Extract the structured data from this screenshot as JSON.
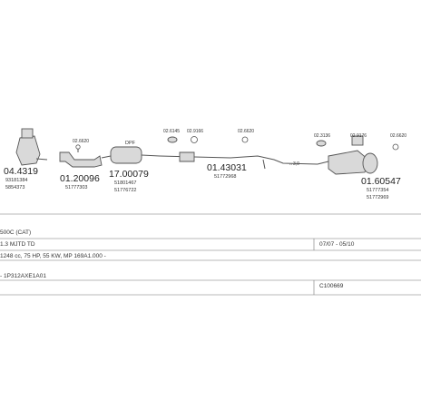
{
  "parts": [
    {
      "id": "p1",
      "code": "04.4319",
      "refs": [
        "93181384",
        "5854373"
      ]
    },
    {
      "id": "p2",
      "code": "01.20096",
      "sub": "02.6620",
      "refs": [
        "51777303"
      ]
    },
    {
      "id": "p3",
      "code": "17.00079",
      "label": "DPF",
      "refs": [
        "51801467",
        "51776722"
      ]
    },
    {
      "id": "p4",
      "code": "01.43031",
      "subs": [
        "02.6145",
        "02.9166",
        "02.6620"
      ],
      "refs": [
        "51772968"
      ]
    },
    {
      "id": "p5",
      "code": "01.60547",
      "subs": [
        "02.3136",
        "02.9176",
        "02.6620"
      ],
      "refs": [
        "51777354",
        "51772969"
      ]
    }
  ],
  "length_note": "↔3,0",
  "info": {
    "row1": "500C (CAT)",
    "row2": "1.3 MJTD TD",
    "row2_right": "07/07 - 05/10",
    "row3": "1248 cc, 75 HP, 55 KW, MP 169A1.000 -",
    "row4": "- 1P312AXE1A01",
    "row4_right": "C100669"
  }
}
